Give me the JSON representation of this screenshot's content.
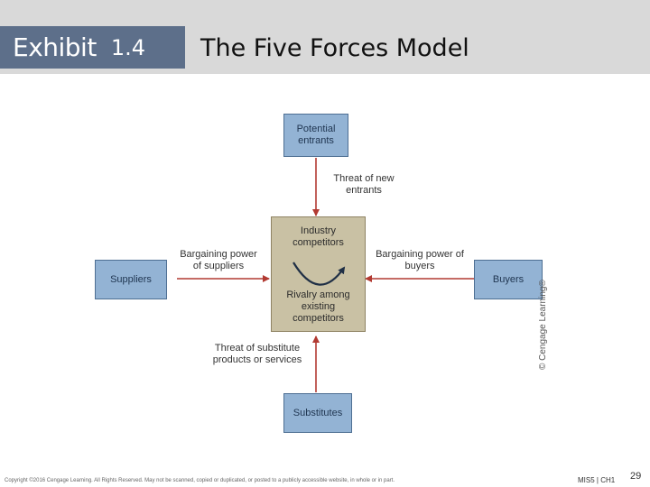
{
  "header": {
    "exhibit_word": "Exhibit",
    "exhibit_number": "1.4",
    "title": "The Five Forces Model"
  },
  "diagram": {
    "boxes": {
      "top": "Potential entrants",
      "left": "Suppliers",
      "right": "Buyers",
      "bottom": "Substitutes"
    },
    "center": {
      "top_text": "Industry competitors",
      "bottom_text": "Rivalry among existing competitors"
    },
    "arrow_labels": {
      "top": "Threat of new entrants",
      "left": "Bargaining power of suppliers",
      "right": "Bargaining power of buyers",
      "bottom": "Threat of substitute products or services"
    },
    "watermark": "© Cengage Learning®"
  },
  "footer": {
    "copyright": "Copyright ©2016 Cengage Learning. All Rights Reserved. May not be scanned, copied or duplicated, or posted to a publicly accessible website, in whole or in part.",
    "course": "MIS5 | CH1",
    "page": "29"
  },
  "colors": {
    "exhibit_box": "#5d6f8a",
    "outer_box": "#93b3d4",
    "center_box": "#c9c1a4",
    "arrow": "#b23a32"
  }
}
